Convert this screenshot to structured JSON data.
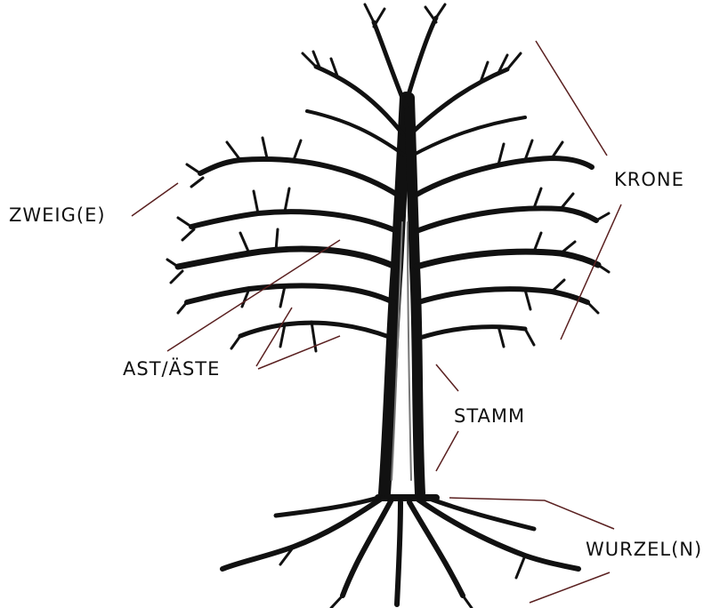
{
  "labels": {
    "krone": "KRONE",
    "zweig": "ZWEIG(E)",
    "ast": "AST/ÄSTE",
    "stamm": "STAMM",
    "wurzel": "WURZEL(N)"
  },
  "colors": {
    "ink": "#111111",
    "leader_line": "#5a2020",
    "background": "#ffffff"
  },
  "icons": {
    "tree": "tree-illustration"
  }
}
